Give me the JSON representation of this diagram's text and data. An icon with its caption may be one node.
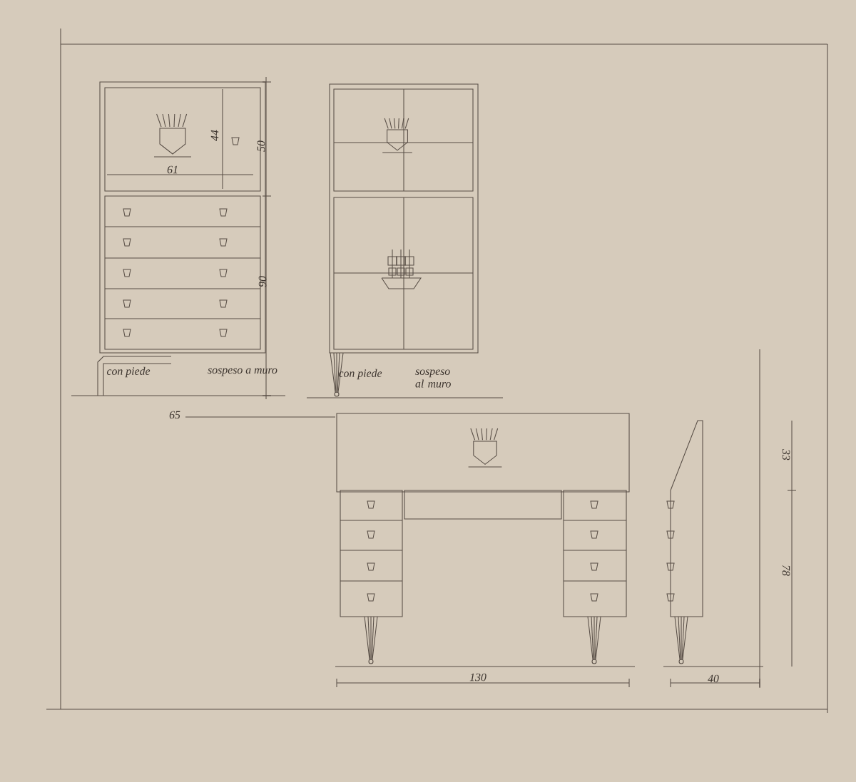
{
  "diagram": {
    "labels": [
      "50",
      "44",
      "61",
      "90",
      "con piede",
      "sospeso a muro",
      "con piede",
      "sospeso al muro",
      "65",
      "33",
      "78",
      "130",
      "40"
    ]
  }
}
